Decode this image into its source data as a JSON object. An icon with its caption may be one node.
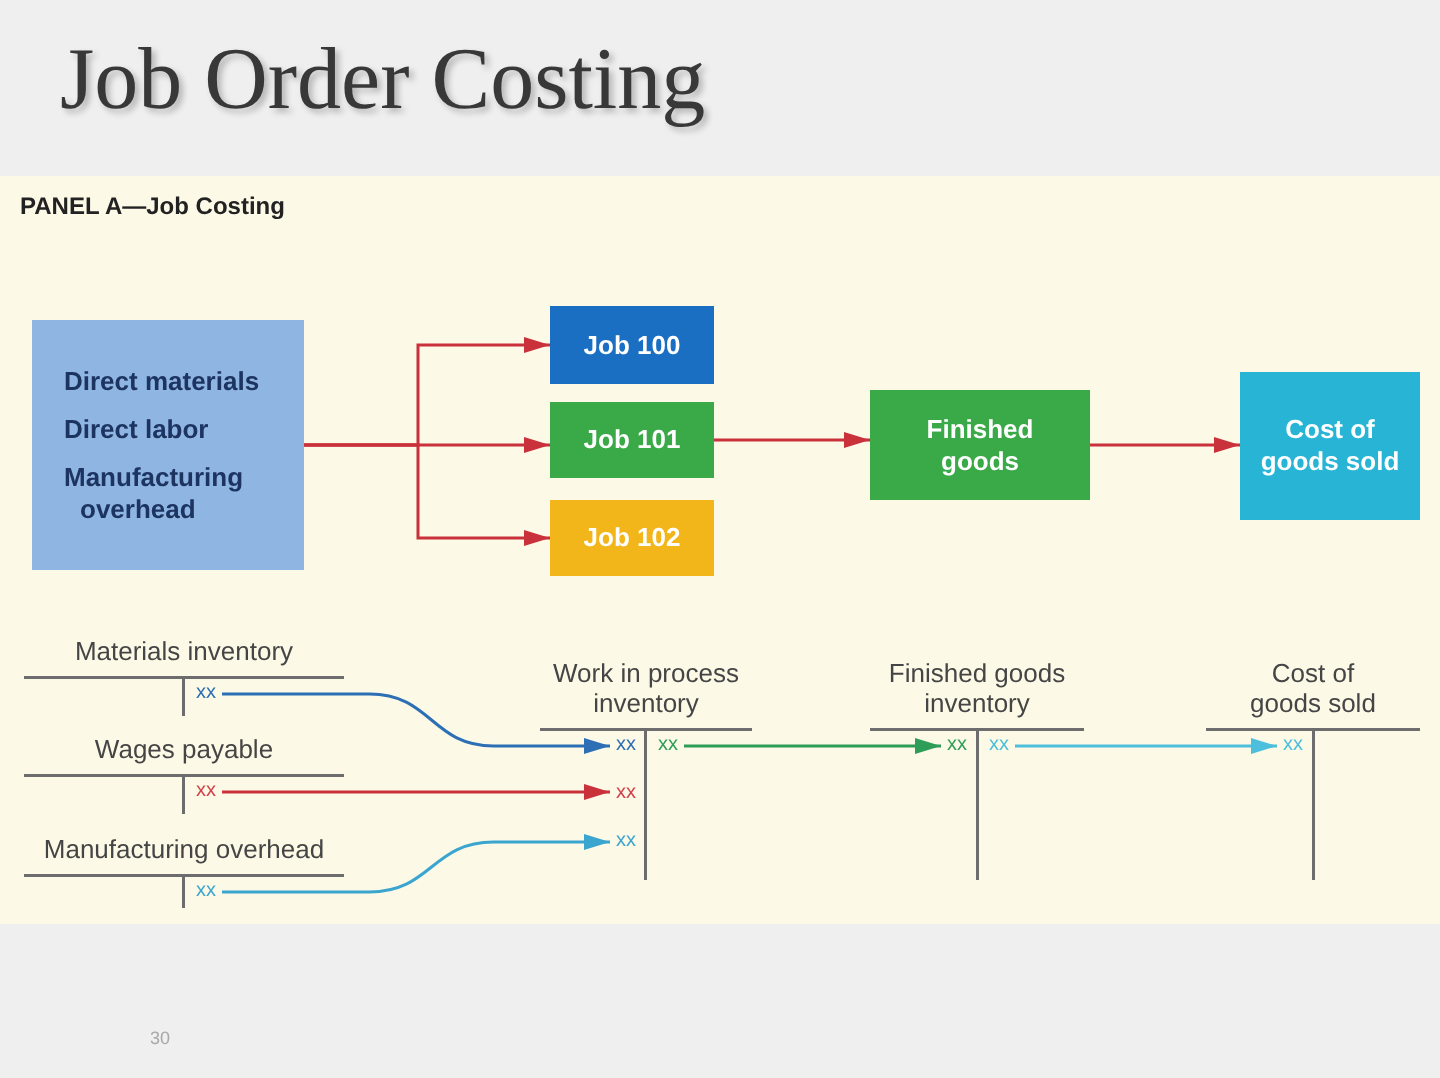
{
  "diagram": {
    "title": "Job Order Costing",
    "nodes": [
      {
        "text": [
          "Direct materials",
          "Direct labor",
          "Manufacturing overhead"
        ]
      },
      {
        "text": [
          "Job 100"
        ]
      },
      {
        "text": [
          "Job 101"
        ]
      },
      {
        "text": [
          "Job 102"
        ]
      },
      {
        "text": [
          "Finished goods"
        ]
      },
      {
        "text": [
          "Cost of goods sold"
        ]
      },
      {
        "text": [
          "Materials inventory"
        ]
      },
      {
        "text": [
          "xx"
        ],
        "in": 6
      },
      {
        "text": [
          "Wages payable"
        ]
      },
      {
        "text": [
          "xx"
        ],
        "in": 8
      },
      {
        "text": [
          "Manufacturing overhead"
        ]
      },
      {
        "text": [
          "xx"
        ],
        "in": 10
      },
      {
        "text": [
          "Work in process inventory"
        ]
      },
      {
        "text": [
          "xx"
        ],
        "in": 12
      },
      {
        "text": [
          "xx"
        ],
        "in": 12
      },
      {
        "text": [
          "xx"
        ],
        "in": 12
      },
      {
        "text": [
          "xx"
        ],
        "in": 12
      },
      {
        "text": [
          "Finished goods inventory"
        ]
      },
      {
        "text": [
          "xx"
        ],
        "in": 17
      },
      {
        "text": [
          "xx"
        ],
        "in": 17
      },
      {
        "text": [
          "Cost of goods sold"
        ]
      },
      {
        "text": [
          "xx"
        ],
        "in": 20
      }
    ],
    "edges": [
      {
        "from": 0,
        "to": 1,
        "arrow": "to"
      },
      {
        "from": 0,
        "to": 2,
        "arrow": "to"
      },
      {
        "from": 0,
        "to": 3,
        "arrow": "to"
      },
      {
        "from": 2,
        "to": 4,
        "arrow": "to"
      },
      {
        "from": 4,
        "to": 5,
        "arrow": "to"
      },
      {
        "from": 7,
        "to": 13,
        "arrow": "to",
        "color": "#2d6fb5"
      },
      {
        "from": 9,
        "to": 15,
        "arrow": "to"
      },
      {
        "from": 11,
        "to": 16,
        "arrow": "to",
        "color": "#3aa6cf"
      },
      {
        "from": 14,
        "to": 18,
        "arrow": "to",
        "color": "#2e9d57"
      },
      {
        "from": 19,
        "to": 21,
        "arrow": "to",
        "color": "#4cbfdc"
      }
    ],
    "labels": [
      "PANEL A—Job Costing",
      "30"
    ]
  }
}
